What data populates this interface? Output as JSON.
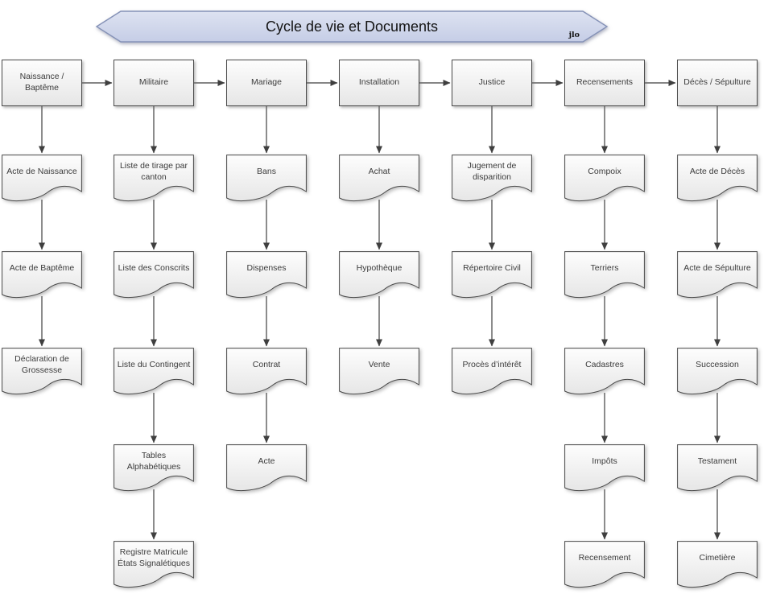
{
  "banner": {
    "title": "Cycle de vie et Documents",
    "signature": "jlo"
  },
  "diagram_type": "lifecycle-document-flowchart",
  "columns": [
    {
      "header": "Naissance /\nBaptême",
      "docs": [
        "Acte de Naissance",
        "Acte de Baptême",
        "Déclaration de\nGrossesse"
      ]
    },
    {
      "header": "Militaire",
      "docs": [
        "Liste de tirage par\ncanton",
        "Liste des Conscrits",
        "Liste du Contingent",
        "Tables\nAlphabétiques",
        "Registre Matricule\nÉtats Signalétiques"
      ]
    },
    {
      "header": "Mariage",
      "docs": [
        "Bans",
        "Dispenses",
        "Contrat",
        "Acte"
      ]
    },
    {
      "header": "Installation",
      "docs": [
        "Achat",
        "Hypothèque",
        "Vente"
      ]
    },
    {
      "header": "Justice",
      "docs": [
        "Jugement de\ndisparition",
        "Répertoire Civil",
        "Procès d’intérêt"
      ]
    },
    {
      "header": "Recensements",
      "docs": [
        "Compoix",
        "Terriers",
        "Cadastres",
        "Impôts",
        "Recensement"
      ]
    },
    {
      "header": "Décès / Sépulture",
      "docs": [
        "Acte de Décès",
        "Acte de Sépulture",
        "Succession",
        "Testament",
        "Cimetière"
      ]
    }
  ],
  "colors": {
    "banner_fill_top": "#dde2f1",
    "banner_fill_bottom": "#c5cde6",
    "banner_border": "#8592b7",
    "node_border": "#4a4a4a",
    "node_fill_top": "#fdfdfd",
    "node_fill_bottom": "#e6e6e6",
    "connector": "#3f3f3f",
    "text": "#3b3b3b"
  }
}
